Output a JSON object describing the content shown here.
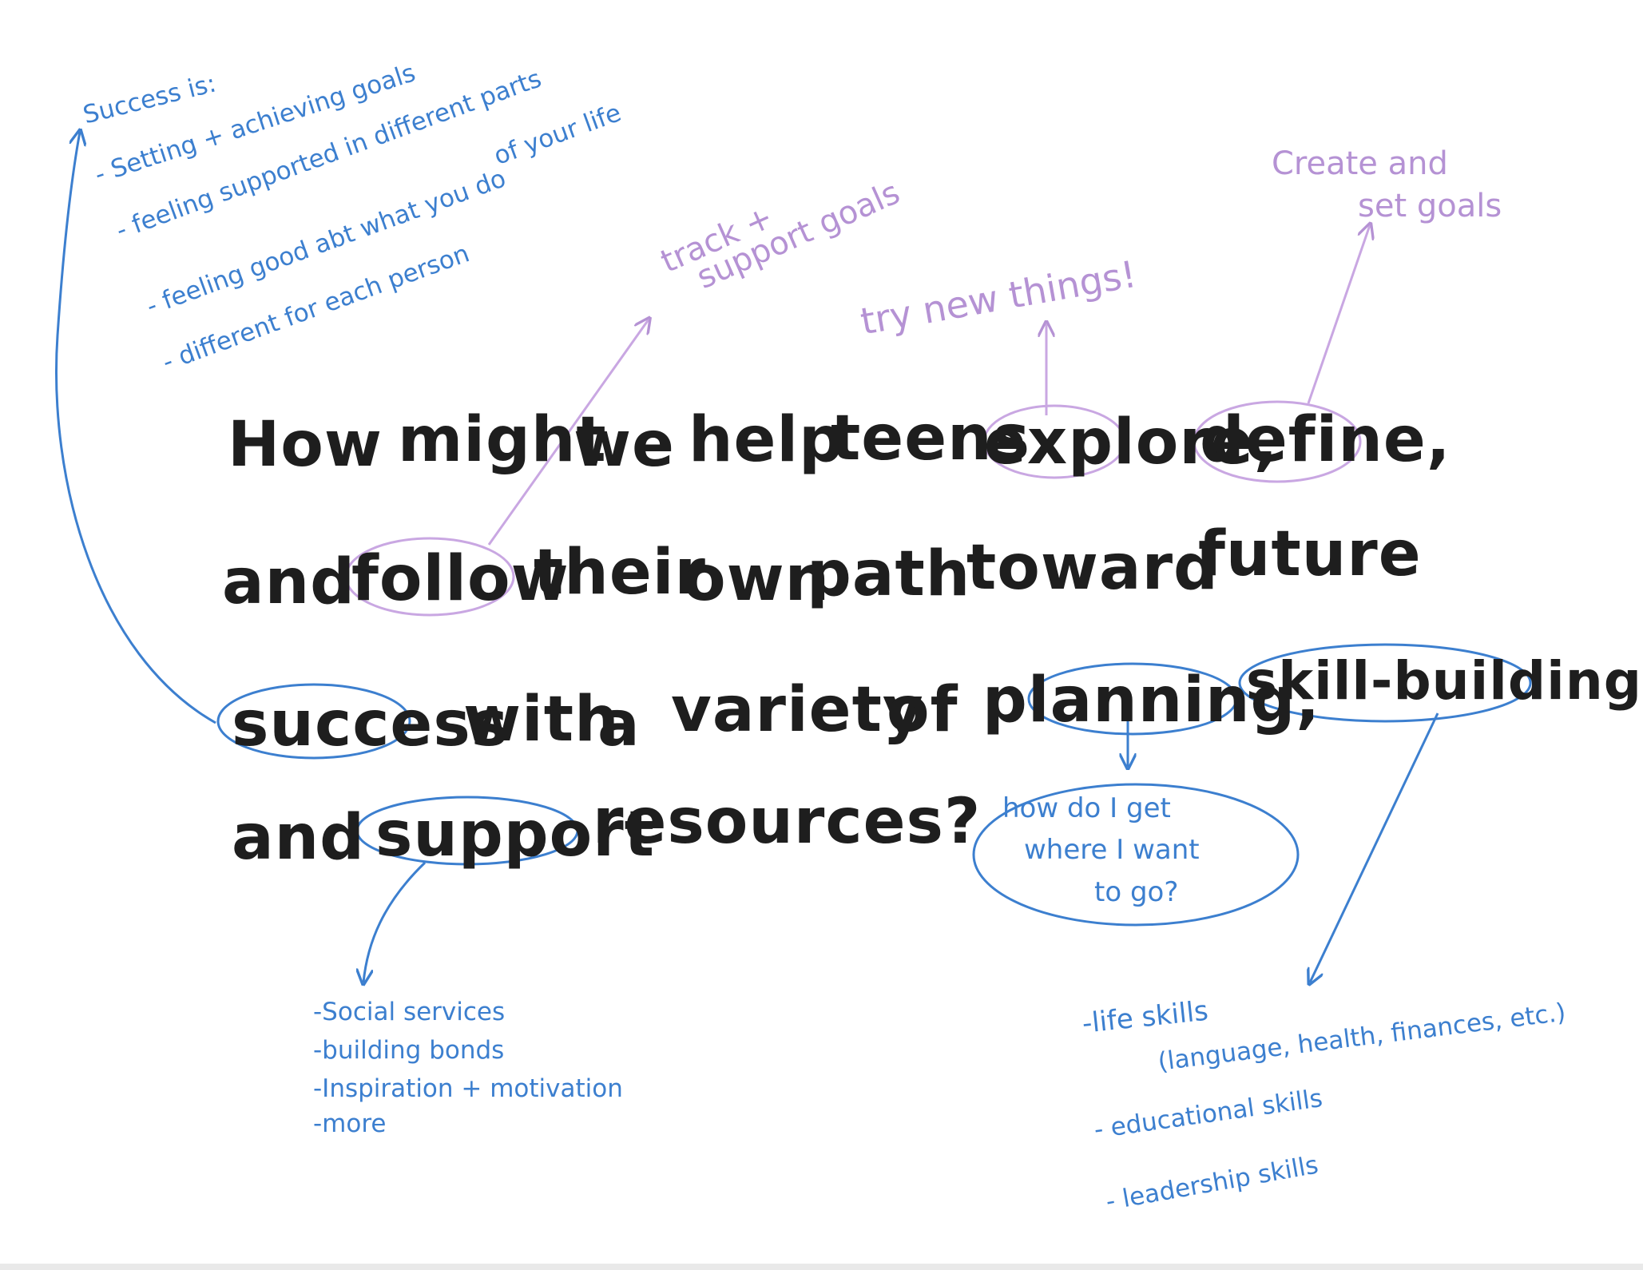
{
  "question": {
    "line1": {
      "w1": "How",
      "w2": "might",
      "w3": "we",
      "w4": "help",
      "w5": "teens",
      "w6": "explore,",
      "w7": "define,"
    },
    "line2": {
      "w1": "and",
      "w2": "follow",
      "w3": "their",
      "w4": "own",
      "w5": "path",
      "w6": "toward",
      "w7": "future"
    },
    "line3": {
      "w1": "success",
      "w2": "with",
      "w3": "a",
      "w4": "variety",
      "w5": "of",
      "w6": "planning,",
      "w7": "skill-building,"
    },
    "line4": {
      "w1": "and",
      "w2": "support",
      "w3": "resources?"
    }
  },
  "success_notes": {
    "heading": "Success is:",
    "items": [
      "- Setting + achieving goals",
      "- feeling supported in different parts",
      "of your life",
      "- feeling good abt what you do",
      "- different for each person"
    ]
  },
  "follow_note": {
    "line1": "track +",
    "line2": "support goals"
  },
  "explore_note": "try new things!",
  "define_note": {
    "line1": "Create and",
    "line2": "set goals"
  },
  "planning_note": {
    "line1": "how do I get",
    "line2": "where I want",
    "line3": "to go?"
  },
  "support_notes": {
    "items": [
      "-Social services",
      "-building bonds",
      "-Inspiration + motivation",
      "-more"
    ]
  },
  "skill_notes": {
    "items": [
      "-life skills",
      "(language, health, finances, etc.)",
      "- educational skills",
      "- leadership skills"
    ]
  },
  "colors": {
    "ink": "#1e1e1e",
    "blue_pen": "#3c7fcf",
    "purple_pen": "#b592d4"
  }
}
